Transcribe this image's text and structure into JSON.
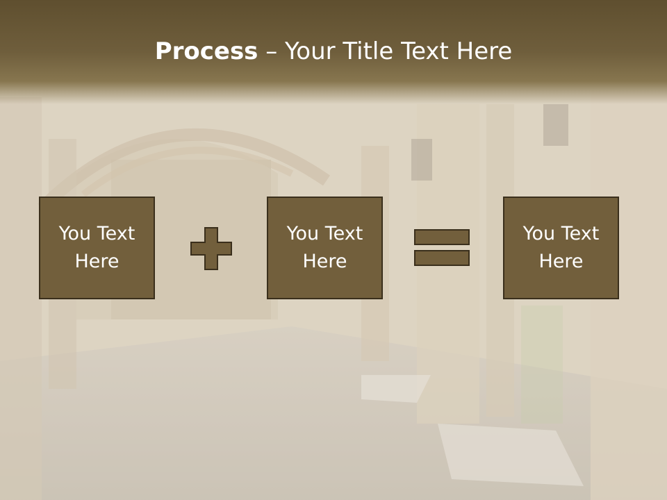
{
  "title": {
    "bold": "Process",
    "rest": " – Your Title Text Here"
  },
  "boxes": [
    {
      "text": "You Text\nHere"
    },
    {
      "text": "You Text\nHere"
    },
    {
      "text": "You Text\nHere"
    }
  ],
  "colors": {
    "title_band": "#6a5936",
    "box_fill": "#725f3c",
    "box_border": "#3a2f1c",
    "title_text": "#ffffff"
  }
}
